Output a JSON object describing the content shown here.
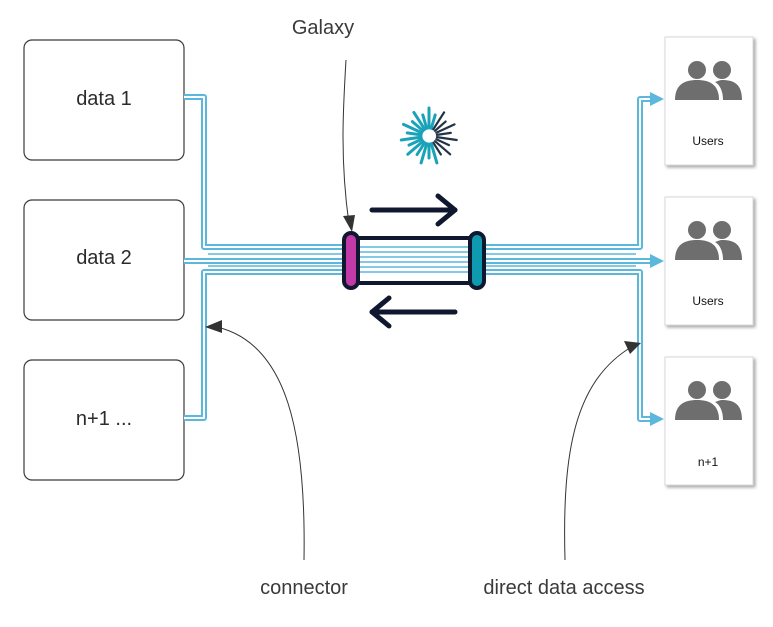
{
  "diagram": {
    "title": "Galaxy",
    "sources": [
      {
        "label": "data 1"
      },
      {
        "label": "data 2"
      },
      {
        "label": "n+1 ..."
      }
    ],
    "users": [
      {
        "label": "Users",
        "icon": "users-icon"
      },
      {
        "label": "Users",
        "icon": "users-icon"
      },
      {
        "label": "n+1",
        "icon": "users-icon"
      }
    ],
    "annotations": {
      "connector": "connector",
      "direct_access": "direct data access"
    },
    "colors": {
      "line": "#5bb8dc",
      "pipe_outline": "#101830",
      "pipe_left_cap": "#c13aa8",
      "pipe_right_cap": "#0e9bb0",
      "arrow": "#101830",
      "logo_teal": "#1aa3b8",
      "logo_dark": "#243447",
      "user_icon": "#6e6e6e"
    }
  }
}
